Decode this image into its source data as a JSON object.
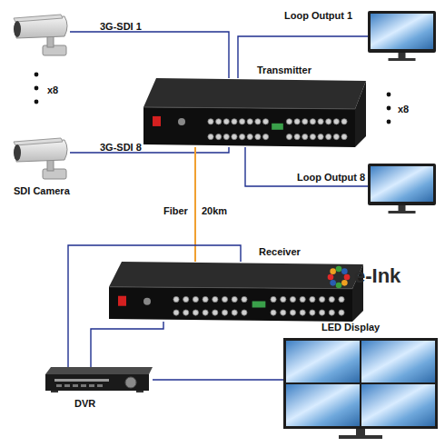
{
  "diagram": {
    "nodes": [
      {
        "text": [
          "Loop Output 1"
        ]
      },
      {
        "text": [
          "Transmitter"
        ]
      },
      {
        "text": [
          "SDI Camera"
        ]
      },
      {
        "text": [
          "Loop Output 8"
        ]
      },
      {
        "text": [
          "Receiver"
        ]
      },
      {
        "text": [
          "LED Display"
        ]
      },
      {
        "text": [
          "DVR"
        ]
      }
    ],
    "edges": [
      {
        "from": 2,
        "to": 1,
        "arrow": "none",
        "label": "3G-SDI 8"
      },
      {
        "from": 1,
        "to": 0,
        "arrow": "none"
      },
      {
        "from": 1,
        "to": 3,
        "arrow": "none"
      },
      {
        "from": 1,
        "to": 4,
        "arrow": "none",
        "label": "Fiber"
      },
      {
        "from": 4,
        "to": 6,
        "arrow": "none"
      },
      {
        "from": 6,
        "to": 5,
        "arrow": "none"
      }
    ],
    "labels": [
      "3G-SDI 1",
      "x8",
      "x8",
      "20km",
      "e-Ink"
    ]
  }
}
